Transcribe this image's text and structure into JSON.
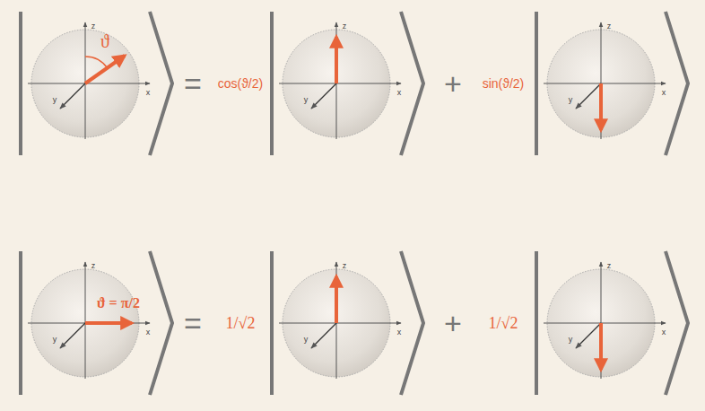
{
  "diagram": {
    "labels": [
      "ϑ",
      "z",
      "x",
      "y",
      "=",
      "cos(ϑ/2)",
      "z",
      "x",
      "y",
      "+",
      "sin(ϑ/2)",
      "z",
      "x",
      "y",
      "ϑ = π/2",
      "z",
      "x",
      "y",
      "=",
      "1/√2",
      "z",
      "x",
      "y",
      "+",
      "1/√2",
      "z",
      "x",
      "y"
    ]
  }
}
